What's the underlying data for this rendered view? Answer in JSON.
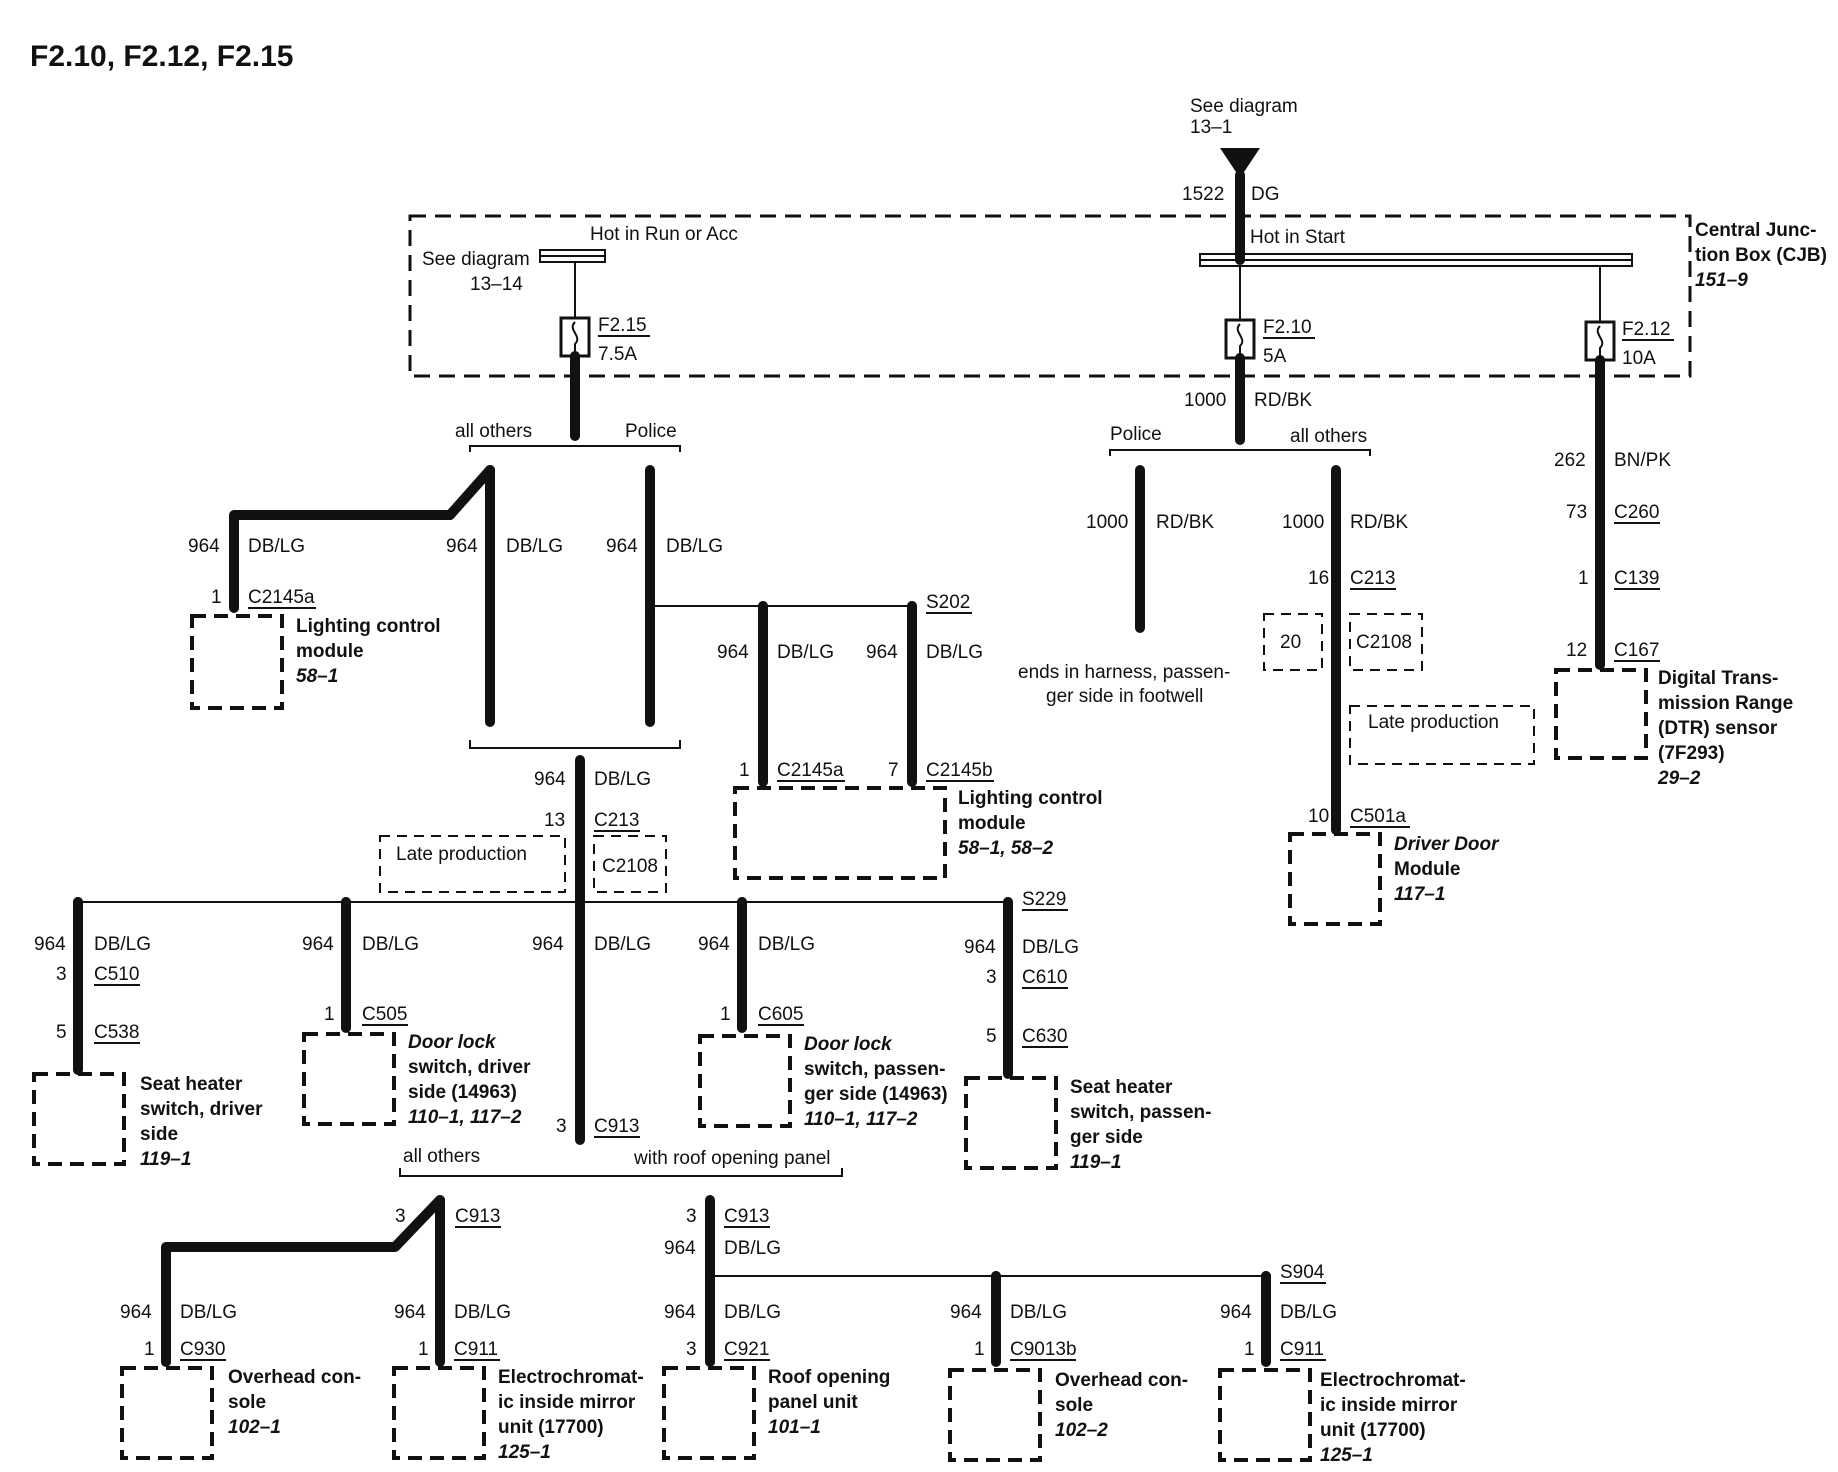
{
  "title": "F2.10, F2.12, F2.15",
  "top_feed": {
    "see": "See diagram",
    "ref": "13–1",
    "circuit": "1522",
    "color": "DG"
  },
  "cjb": {
    "name_line1": "Central Junc-",
    "name_line2": "tion Box (CJB)",
    "ref": "151–9",
    "bus_run": "Hot in Run or Acc",
    "bus_start": "Hot in Start",
    "see_line1": "See diagram",
    "see_line2": "13–14",
    "fuses": [
      {
        "id": "F2.15",
        "rating": "7.5A"
      },
      {
        "id": "F2.10",
        "rating": "5A"
      },
      {
        "id": "F2.12",
        "rating": "10A"
      }
    ]
  },
  "branch_left": {
    "all_others": "all others",
    "police": "Police"
  },
  "branch_mid": {
    "police": "Police",
    "all_others": "all others",
    "circuit": "1000",
    "color": "RD/BK"
  },
  "wire": {
    "w964": "964",
    "dblg": "DB/LG",
    "w1000": "1000",
    "rdbk": "RD/BK",
    "w262": "262",
    "bnpk": "BN/PK"
  },
  "connectors": {
    "c2145a": "C2145a",
    "c2145b": "C2145b",
    "c213": "C213",
    "c2108": "C2108",
    "s202": "S202",
    "s229": "S229",
    "c510": "C510",
    "c538": "C538",
    "c505": "C505",
    "c605": "C605",
    "c610": "C610",
    "c630": "C630",
    "c913": "C913",
    "c260": "C260",
    "c139": "C139",
    "c167": "C167",
    "c501a": "C501a",
    "c930": "C930",
    "c911": "C911",
    "c921": "C921",
    "c9013b": "C9013b",
    "s904": "S904"
  },
  "pins": {
    "p1": "1",
    "p3": "3",
    "p5": "5",
    "p7": "7",
    "p10": "10",
    "p12": "12",
    "p13": "13",
    "p16": "16",
    "p20": "20",
    "p73": "73"
  },
  "late_production": "Late production",
  "police_end": {
    "line1": "ends in harness, passen-",
    "line2": "ger side in footwell"
  },
  "roof_split": {
    "all_others": "all others",
    "roof": "with roof opening panel"
  },
  "components": {
    "lcm_left": {
      "l1": "Lighting control",
      "l2": "module",
      "ref": "58–1"
    },
    "lcm_mid": {
      "l1": "Lighting control",
      "l2": "module",
      "ref": "58–1, 58–2"
    },
    "ddm": {
      "l1": "Driver Door",
      "l2": "Module",
      "ref": "117–1"
    },
    "dtr": {
      "l1": "Digital Trans-",
      "l2": "mission Range",
      "l3": "(DTR) sensor",
      "l4": "(7F293)",
      "ref": "29–2"
    },
    "seat_drv": {
      "l1": "Seat heater",
      "l2": "switch, driver",
      "l3": "side",
      "ref": "119–1"
    },
    "lock_drv": {
      "l1": "Door lock",
      "l2": "switch, driver",
      "l3": "side (14963)",
      "ref": "110–1, 117–2"
    },
    "lock_pass": {
      "l1": "Door lock",
      "l2": "switch, passen-",
      "l3": "ger side (14963)",
      "ref": "110–1, 117–2"
    },
    "seat_pass": {
      "l1": "Seat heater",
      "l2": "switch, passen-",
      "l3": "ger side",
      "ref": "119–1"
    },
    "ohc1": {
      "l1": "Overhead con-",
      "l2": "sole",
      "ref": "102–1"
    },
    "mirror1": {
      "l1": "Electrochromat-",
      "l2": "ic inside mirror",
      "l3": "unit (17700)",
      "ref": "125–1"
    },
    "roof": {
      "l1": "Roof opening",
      "l2": "panel unit",
      "ref": "101–1"
    },
    "ohc2": {
      "l1": "Overhead con-",
      "l2": "sole",
      "ref": "102–2"
    },
    "mirror2": {
      "l1": "Electrochromat-",
      "l2": "ic inside mirror",
      "l3": "unit (17700)",
      "ref": "125–1"
    }
  }
}
